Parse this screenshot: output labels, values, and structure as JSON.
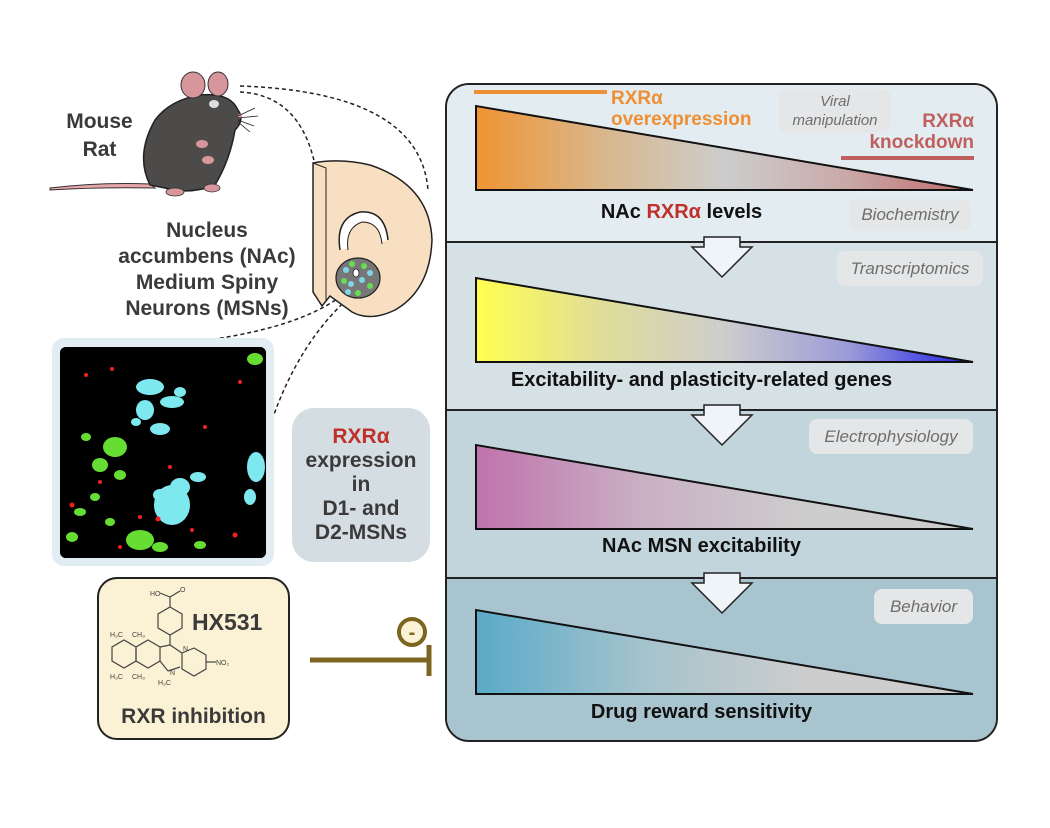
{
  "left": {
    "species": [
      "Mouse",
      "Rat"
    ],
    "region": [
      "Nucleus",
      "accumbens (NAc)",
      "Medium Spiny",
      "Neurons (MSNs)"
    ],
    "expression_box": {
      "gene": "RXRα",
      "lines": [
        "expression",
        "in",
        "D1- and",
        "D2-MSNs"
      ]
    },
    "drug": {
      "name": "HX531",
      "action": "RXR inhibition",
      "structure_labels": {
        "acid": "HO",
        "o": "O",
        "n1": "N",
        "n2": "N",
        "no2": "NO₂",
        "me1": "H₃C",
        "me2": "CH₃",
        "me3": "H₃C",
        "me4": "CH₃",
        "nme": "H₃C"
      }
    },
    "inhibition_symbol": "-"
  },
  "panel": {
    "sections": [
      {
        "method": "Viral manipulation",
        "method2": "Biochemistry",
        "label_parts": [
          "NAc ",
          "RXRα",
          " levels"
        ],
        "gradient": [
          "#ef9433",
          "#d9b68a",
          "#cdcdcd",
          "#c9a8a8",
          "#c06a6a"
        ],
        "bg": "#e2ecf1",
        "overexpression": {
          "line1": "RXRα",
          "line2": "overexpression",
          "color": "#ef8f33"
        },
        "knockdown": {
          "line1": "RXRα",
          "line2": "knockdown",
          "color": "#c0605e"
        }
      },
      {
        "method": "Transcriptomics",
        "label": "Excitability- and plasticity-related genes",
        "gradient": [
          "#ffff50",
          "#e0dd98",
          "#cdcdcd",
          "#9b9bd8",
          "#1e1ee6"
        ],
        "bg": "#d6e1e6"
      },
      {
        "method": "Electrophysiology",
        "label": "NAc MSN excitability",
        "gradient": [
          "#c073ac",
          "#c9b0c4",
          "#cdcdcd",
          "#cdcdcd"
        ],
        "bg": "#c2d5dd"
      },
      {
        "method": "Behavior",
        "label": "Drug reward sensitivity",
        "gradient": [
          "#5aaac8",
          "#a4c3cd",
          "#cdcdcd",
          "#cdcdcd"
        ],
        "bg": "#a8c4cf"
      }
    ]
  },
  "colors": {
    "inhibition": "#7d6420",
    "arrow_fill": "#eef4f7"
  }
}
